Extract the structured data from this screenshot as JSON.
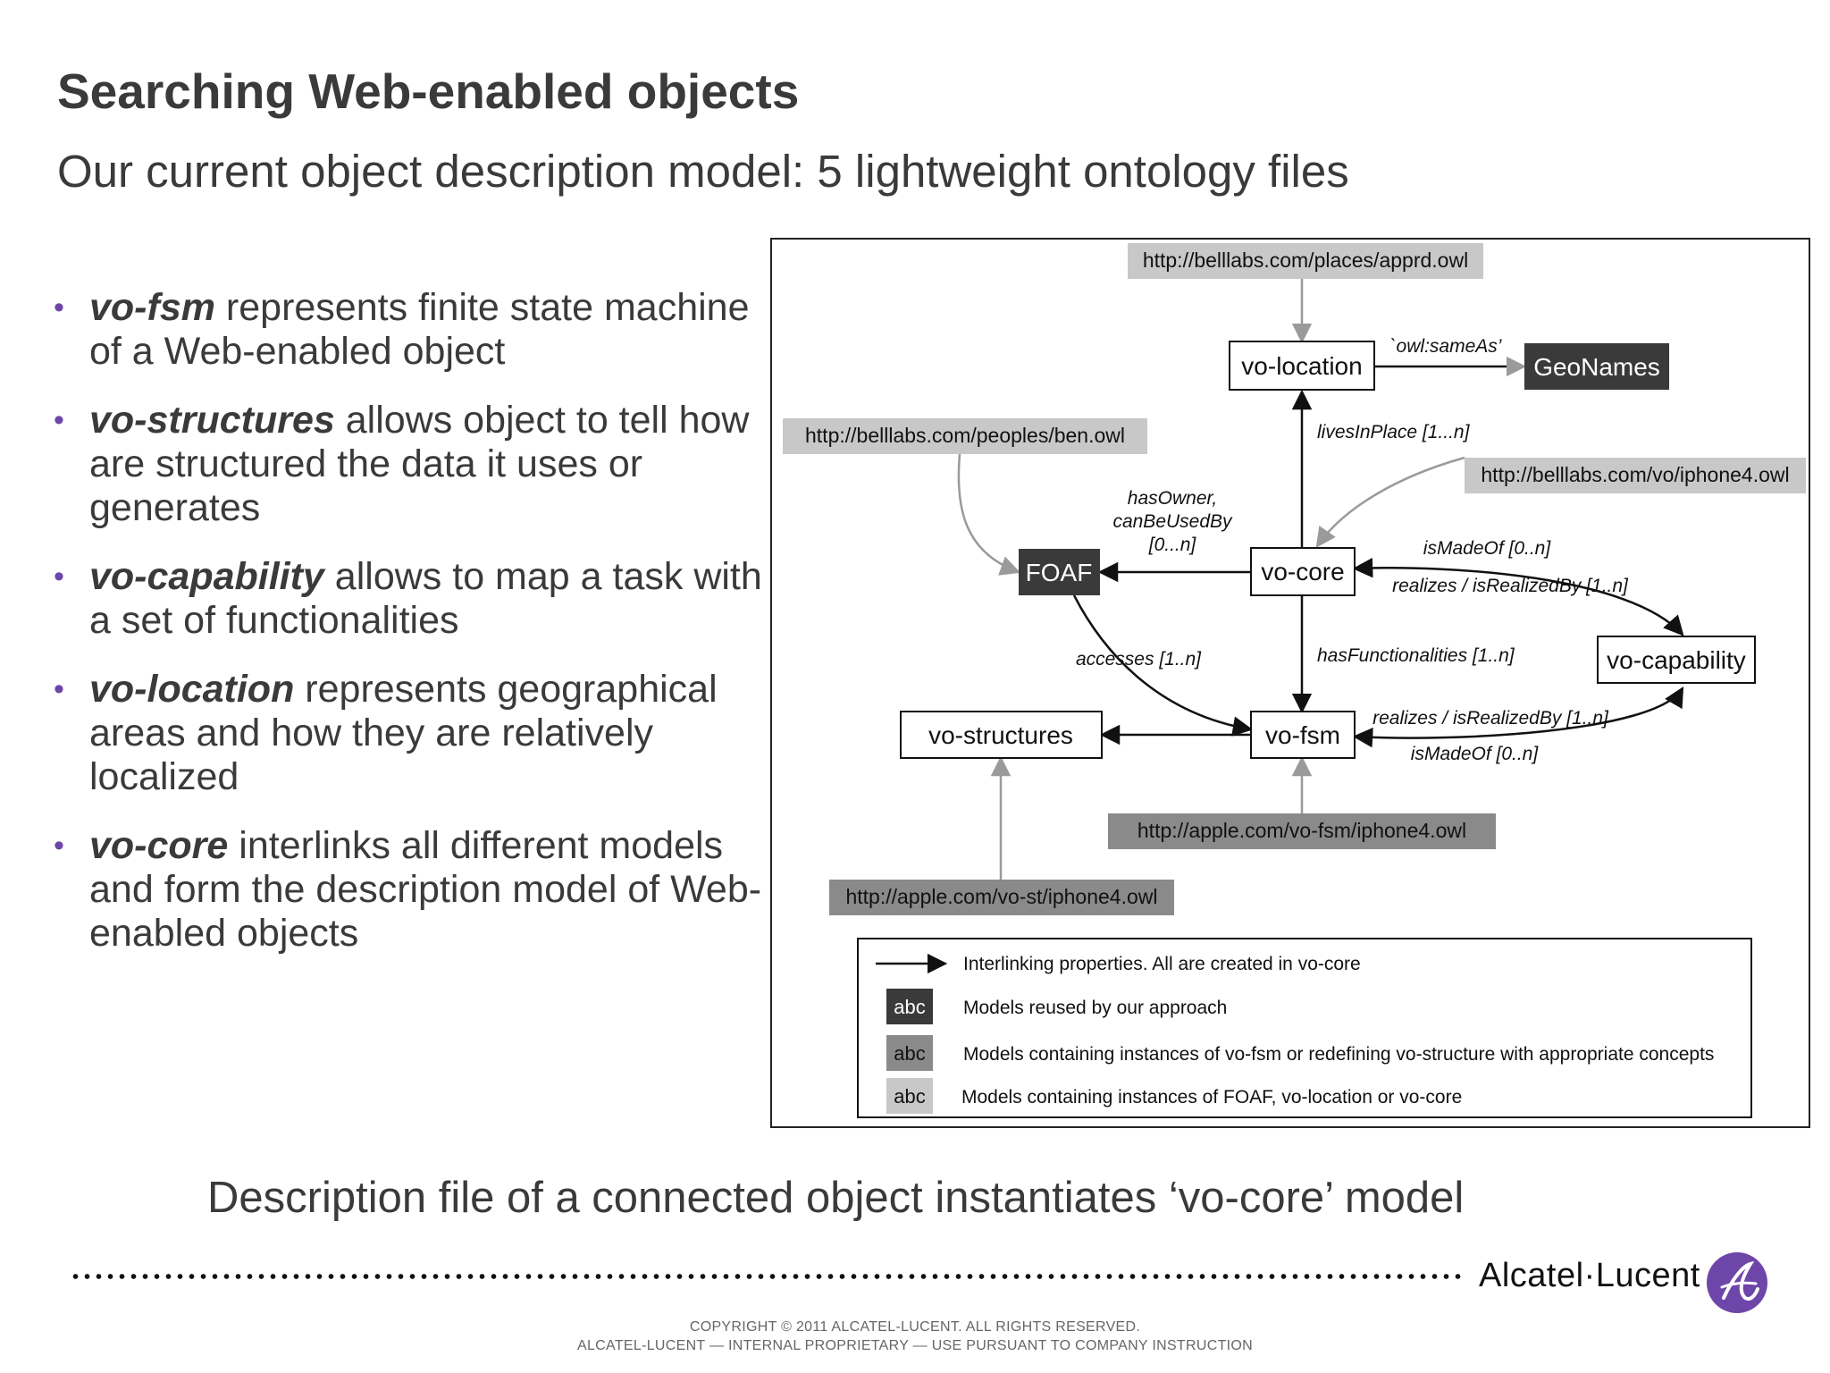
{
  "slide": {
    "title": "Searching Web-enabled objects",
    "subtitle": "Our current object description model: 5 lightweight ontology files",
    "bullets": [
      {
        "term": "vo-fsm",
        "text": " represents finite state machine of a Web-enabled object"
      },
      {
        "term": "vo-structures",
        "text": " allows object to tell how are structured the data it uses or generates"
      },
      {
        "term": "vo-capability",
        "text": " allows to map a task with a set of functionalities"
      },
      {
        "term": "vo-location",
        "text": " represents geographical areas and how they are relatively localized"
      },
      {
        "term": "vo-core",
        "text": " interlinks all different models and form the description model of Web-enabled objects"
      }
    ],
    "bullet_char": "•",
    "caption": "Description file of a connected object instantiates ‘vo-core’ model"
  },
  "diagram": {
    "nodes": {
      "url_places": "http://belllabs.com/places/apprd.owl",
      "vo_location": "vo-location",
      "geonames": "GeoNames",
      "url_peoples": "http://belllabs.com/peoples/ben.owl",
      "url_iphone4": "http://belllabs.com/vo/iphone4.owl",
      "foaf": "FOAF",
      "vo_core": "vo-core",
      "vo_capability": "vo-capability",
      "vo_structures": "vo-structures",
      "vo_fsm": "vo-fsm",
      "url_fsm": "http://apple.com/vo-fsm/iphone4.owl",
      "url_st": "http://apple.com/vo-st/iphone4.owl"
    },
    "edge_labels": {
      "same_as": "`owl:sameAs’",
      "lives_in_place": "livesInPlace [1...n]",
      "has_owner_1": "hasOwner,",
      "has_owner_2": "canBeUsedBy",
      "has_owner_3": "[0...n]",
      "is_made_of_top": "isMadeOf [0..n]",
      "realizes_top": "realizes / isRealizedBy [1..n]",
      "accesses": "accesses [1..n]",
      "has_functionalities": "hasFunctionalities [1..n]",
      "realizes_bottom": "realizes / isRealizedBy [1..n]",
      "is_made_of_bottom": "isMadeOf [0..n]"
    },
    "legend": {
      "sample": "abc",
      "interlinking": "Interlinking properties. All are created in vo-core",
      "reused": "Models reused by our approach",
      "instances_fsm": "Models containing instances of vo-fsm or redefining vo-structure with appropriate concepts",
      "instances_foaf": "Models containing instances of FOAF, vo-location or vo-core"
    },
    "colors": {
      "dark_box": "#3a3a3a",
      "mid_box": "#8a8a8a",
      "light_box": "#c8c8c8",
      "edge": "#111111",
      "gray_edge": "#9a9a9a"
    }
  },
  "footer": {
    "logo_text": "Alcatel·Lucent",
    "copyright": "COPYRIGHT © 2011 ALCATEL-LUCENT.  ALL RIGHTS RESERVED.",
    "proprietary": "ALCATEL-LUCENT — INTERNAL PROPRIETARY —  USE PURSUANT TO COMPANY INSTRUCTION",
    "brand_color": "#6e45a8"
  }
}
